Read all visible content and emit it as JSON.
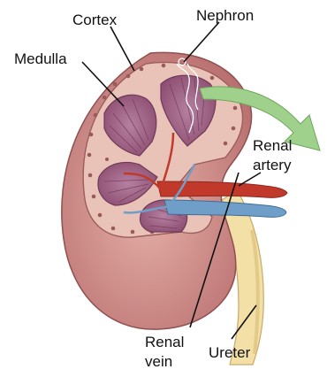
{
  "labels": {
    "cortex": "Cortex",
    "nephron": "Nephron",
    "medulla": "Medulla",
    "renal_artery": [
      "Renal",
      "artery"
    ],
    "renal_vein": [
      "Renal",
      "vein"
    ],
    "ureter": "Ureter"
  },
  "colors": {
    "capsule": "#c98a8a",
    "capsule_dark": "#a86565",
    "cortex": "#e9c2b8",
    "cortex_dots": "#9a5a5a",
    "medulla": "#9b5c7c",
    "medulla_lines": "#6f3a58",
    "artery": "#c0392b",
    "vein": "#6f9fc8",
    "ureter": "#f3e0a6",
    "ureter_shade": "#dcc17e",
    "arrow": "#9fd08c",
    "ink": "#111111"
  }
}
